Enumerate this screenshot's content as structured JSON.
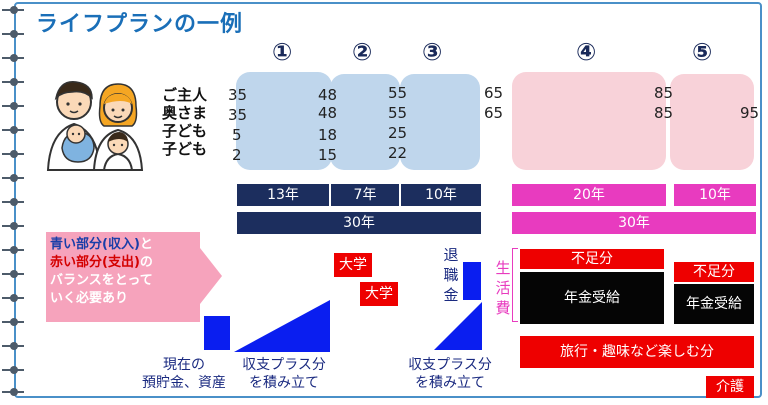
{
  "title": "ライフプランの一例",
  "stages": [
    "①",
    "②",
    "③",
    "④",
    "⑤"
  ],
  "people": {
    "labels": [
      "ご主人",
      "奥さま",
      "子ども",
      "子ども"
    ],
    "ages_at_stage_starts": [
      [
        "35",
        "48",
        "55",
        "65",
        "85",
        ""
      ],
      [
        "35",
        "48",
        "55",
        "65",
        "85",
        "95"
      ],
      [
        "5",
        "18",
        "25",
        "",
        "",
        ""
      ],
      [
        "2",
        "15",
        "22",
        "",
        "",
        ""
      ]
    ]
  },
  "durations": {
    "row1": [
      "13年",
      "7年",
      "10年",
      "20年",
      "10年"
    ],
    "row2": [
      "30年",
      "30年"
    ]
  },
  "callout": {
    "line1_blue": "青い部分(収入)",
    "line1_rest": "と",
    "line2_red": "赤い部分(支出)",
    "line2_rest": "の",
    "line3": "バランスをとって",
    "line4": "いく必要あり"
  },
  "income": {
    "savings_caption": [
      "現在の",
      "預貯金、資産"
    ],
    "accumulate_caption_1": [
      "収支プラス分",
      "を積み立て"
    ],
    "retirement_label": [
      "退",
      "職",
      "金"
    ],
    "accumulate_caption_2": [
      "収支プラス分",
      "を積み立て"
    ]
  },
  "expenses": {
    "university_1": "大学",
    "university_2": "大学",
    "living_label": [
      "生",
      "活",
      "費"
    ],
    "shortfall_1": "不足分",
    "pension_1": "年金受給",
    "shortfall_2": "不足分",
    "pension_2": "年金受給",
    "leisure": "旅行・趣味など楽しむ分",
    "care": "介護"
  },
  "colors": {
    "title": "#1a6fb8",
    "navy": "#1c2e5e",
    "magenta": "#e83bbf",
    "income_blue": "#0a1ef0",
    "expense_red": "#ee0000",
    "stage_blue": "#bfd6ec",
    "stage_pink": "#f8d2d9"
  }
}
